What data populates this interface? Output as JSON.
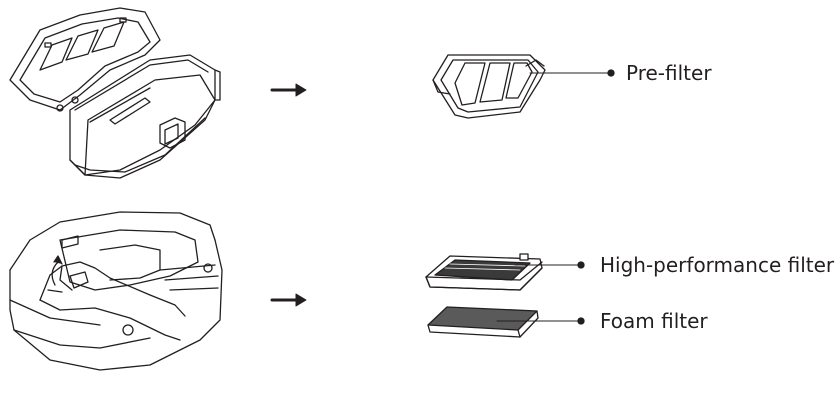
{
  "labels": {
    "pre_filter": "Pre-filter",
    "high_performance_filter": "High-performance filter",
    "foam_filter": "Foam filter"
  },
  "colors": {
    "line": "#231f20",
    "foam_fill": "#5a5a5a",
    "hepa_fill": "#3a3a3a",
    "background": "#ffffff"
  },
  "icons": [
    "dustbin-open-illustration",
    "arrow-right-icon",
    "pre-filter-illustration",
    "dustbin-hand-open-illustration",
    "hepa-filter-illustration",
    "foam-filter-illustration"
  ]
}
